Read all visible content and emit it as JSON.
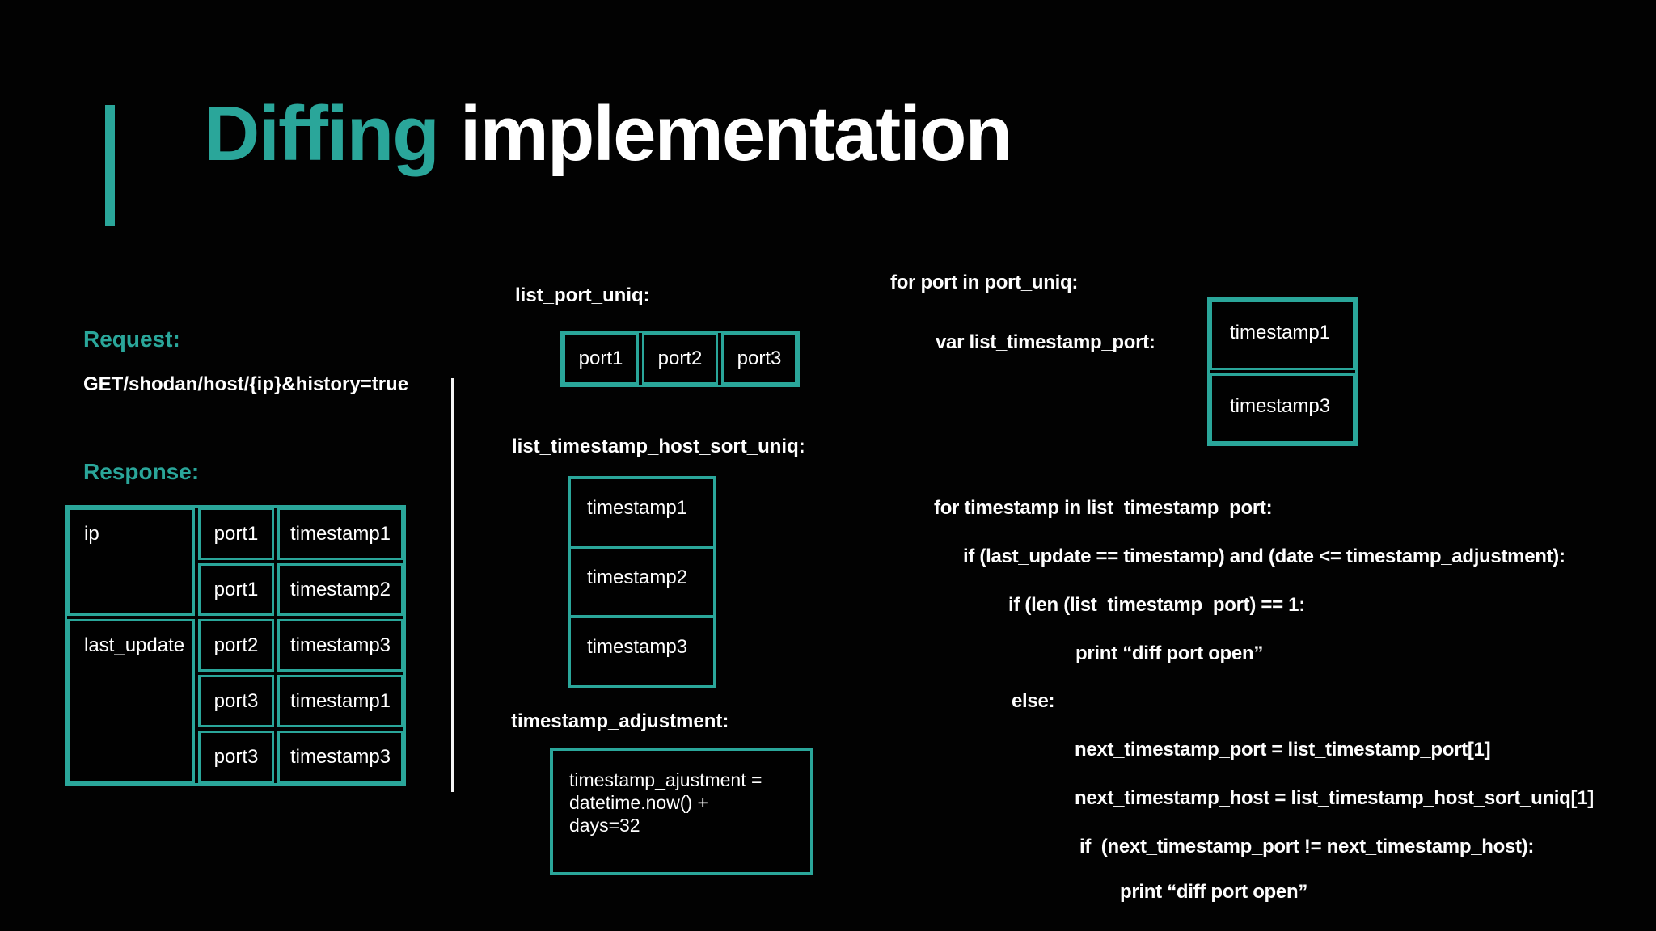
{
  "title": {
    "accent": "Diffing",
    "rest": "implementation"
  },
  "left": {
    "request_label": "Request:",
    "request_url": "GET/shodan/host/{ip}&history=true",
    "response_label": "Response:",
    "response_table": {
      "key1": "ip",
      "key2": "last_update",
      "rows": [
        {
          "port": "port1",
          "timestamp": "timestamp1"
        },
        {
          "port": "port1",
          "timestamp": "timestamp2"
        },
        {
          "port": "port2",
          "timestamp": "timestamp3"
        },
        {
          "port": "port3",
          "timestamp": "timestamp1"
        },
        {
          "port": "port3",
          "timestamp": "timestamp3"
        }
      ]
    }
  },
  "middle": {
    "list_port_uniq": {
      "label": "list_port_uniq:",
      "cells": [
        "port1",
        "port2",
        "port3"
      ]
    },
    "list_timestamp_host_sort_uniq": {
      "label": "list_timestamp_host_sort_uniq:",
      "cells": [
        "timestamp1",
        "timestamp2",
        "timestamp3"
      ]
    },
    "timestamp_adjustment": {
      "label": "timestamp_adjustment:",
      "box_lines": [
        "timestamp_ajustment =",
        "datetime.now() +",
        "days=32"
      ]
    }
  },
  "right": {
    "for_port_line": "for port in port_uniq:",
    "var_line": "var list_timestamp_port:",
    "list_timestamp_port_cells": [
      "timestamp1",
      "timestamp3"
    ],
    "code_lines": [
      "for timestamp in list_timestamp_port:",
      "if (last_update == timestamp) and (date <= timestamp_adjustment):",
      "if (len (list_timestamp_port) == 1:",
      "print “diff port open”",
      "else:",
      "next_timestamp_port = list_timestamp_port[1]",
      "next_timestamp_host = list_timestamp_host_sort_uniq[1]",
      "if  (next_timestamp_port != next_timestamp_host):",
      "print “diff port open”"
    ]
  },
  "colors": {
    "background": "#020202",
    "teal_accent": "#2aa69a",
    "text": "#ffffff",
    "divider": "#f5f5f5"
  }
}
